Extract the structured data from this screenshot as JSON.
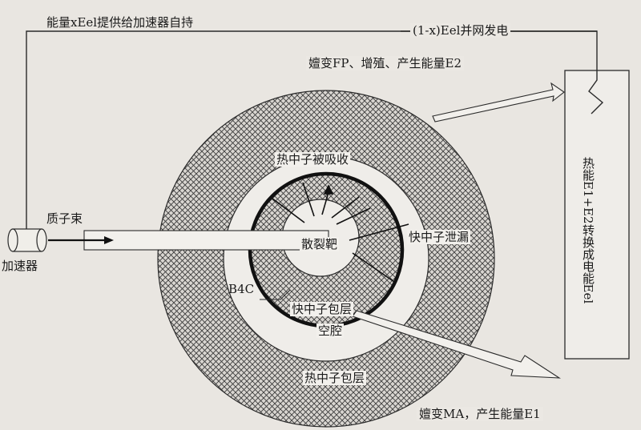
{
  "labels": {
    "top_left": "能量xEel提供给加速器自持",
    "top_right": "(1-x)Eel并网发电",
    "decay_fp": "嬗变FP、增殖、产生能量E2",
    "thermal_absorbed": "热中子被吸收",
    "proton_beam": "质子束",
    "accelerator": "加速器",
    "spallation_target": "散裂靶",
    "fast_leak": "快中子泄漏",
    "b4c": "B4C",
    "fast_blanket": "快中子包层",
    "cavity": "空腔",
    "thermal_blanket": "热中子包层",
    "decay_ma": "嬗变MA，产生能量E1",
    "converter": "热能E1+E2转换成电能Eel"
  },
  "colors": {
    "background": "#e9e6e1",
    "line": "#2a2a2a",
    "hatch": "#3c3c3c"
  }
}
